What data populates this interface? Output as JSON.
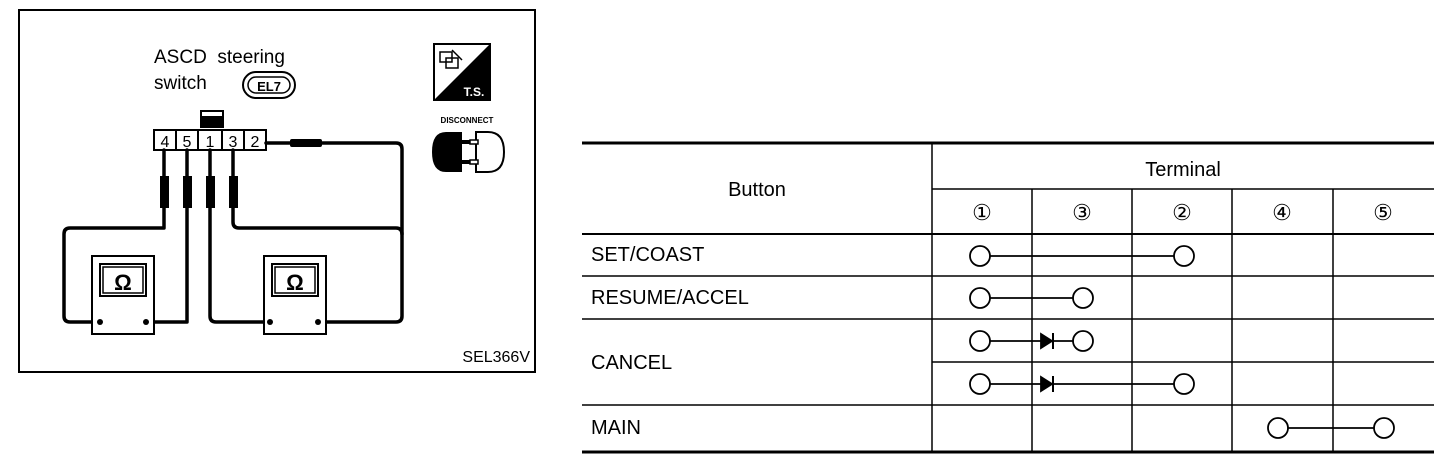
{
  "diagram": {
    "title_line1": "ASCD  steering",
    "title_line2": "switch",
    "ref_badge": "EL7",
    "connector_pins": [
      "4",
      "5",
      "1",
      "3",
      "2"
    ],
    "meter_symbol": "Ω",
    "ts_label": "T.S.",
    "disconnect_label": "DISCONNECT",
    "figure_id": "SEL366V",
    "icons": [
      "troubleshooting-icon",
      "disconnect-connector-icon",
      "ohmmeter-icon"
    ]
  },
  "table": {
    "col_header_button": "Button",
    "col_header_terminal": "Terminal",
    "terminals": [
      "①",
      "③",
      "②",
      "④",
      "⑤"
    ],
    "rows": [
      {
        "button": "SET/COAST",
        "connections": [
          {
            "from": "①",
            "to": "②",
            "diode": false
          }
        ]
      },
      {
        "button": "RESUME/ACCEL",
        "connections": [
          {
            "from": "①",
            "to": "③",
            "diode": false
          }
        ]
      },
      {
        "button": "CANCEL",
        "connections": [
          {
            "from": "①",
            "to": "③",
            "diode": true
          },
          {
            "from": "①",
            "to": "②",
            "diode": true
          }
        ]
      },
      {
        "button": "MAIN",
        "connections": [
          {
            "from": "④",
            "to": "⑤",
            "diode": false
          }
        ]
      }
    ]
  }
}
